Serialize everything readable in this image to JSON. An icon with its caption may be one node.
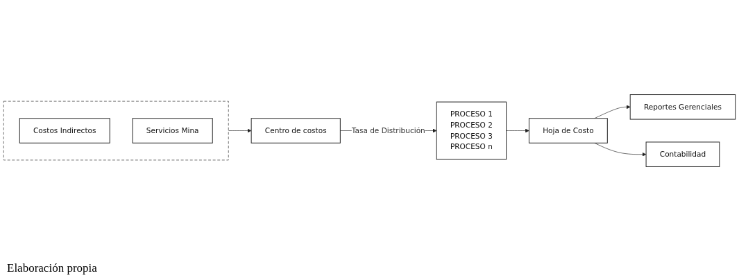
{
  "diagram": {
    "caption": "Elaboración propia",
    "nodes": [
      {
        "text": [],
        "shape": "box"
      },
      {
        "text": [
          "Costos Indirectos"
        ],
        "in": 0
      },
      {
        "text": [
          "Servicios Mina"
        ],
        "in": 0
      },
      {
        "text": [
          "Centro de costos"
        ]
      },
      {
        "text": [
          "PROCESO 1",
          "PROCESO 2",
          "PROCESO 3",
          "PROCESO n"
        ]
      },
      {
        "text": [
          "Hoja de Costo"
        ]
      },
      {
        "text": [
          "Reportes Gerenciales"
        ]
      },
      {
        "text": [
          "Contabilidad"
        ]
      }
    ],
    "edges": [
      {
        "from": 0,
        "to": 3,
        "arrow": "to"
      },
      {
        "from": 3,
        "to": 4,
        "arrow": "to",
        "label": "Tasa de Distribución"
      },
      {
        "from": 4,
        "to": 5,
        "arrow": "to"
      },
      {
        "from": 5,
        "to": 6,
        "arrow": "to"
      },
      {
        "from": 5,
        "to": 7,
        "arrow": "to"
      }
    ]
  }
}
